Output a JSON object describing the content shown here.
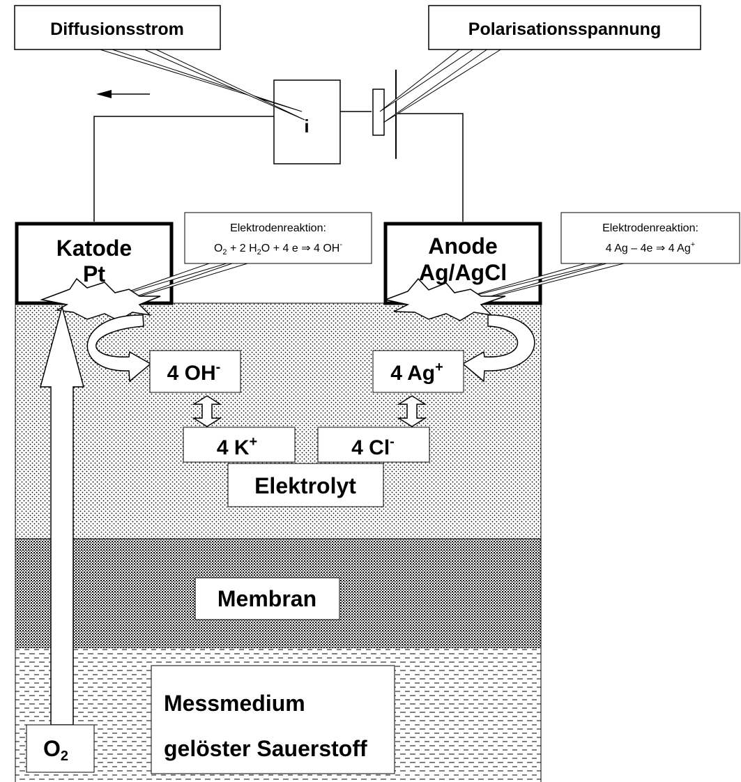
{
  "callouts": {
    "diffusion": "Diffusionsstrom",
    "polarisation": "Polarisationsspannung",
    "cathode_reaction_title": "Elektrodenreaktion:",
    "anode_reaction_title": "Elektrodenreaktion:"
  },
  "meter_label": "i",
  "cathode": {
    "line1": "Katode",
    "line2": "Pt"
  },
  "anode": {
    "line1": "Anode",
    "line2": "Ag/AgCl"
  },
  "ions": {
    "oh_base": "4 OH",
    "oh_sup": "-",
    "ag_base": "4 Ag",
    "ag_sup": "+",
    "k_base": "4 K",
    "k_sup": "+",
    "cl_base": "4 Cl",
    "cl_sup": "-"
  },
  "layers": {
    "electrolyte": "Elektrolyt",
    "membrane": "Membran",
    "medium_line1": "Messmedium",
    "medium_line2": "gelöster Sauerstoff"
  },
  "oxygen": {
    "base": "O",
    "sub": "2"
  },
  "colors": {
    "ink": "#000000",
    "paper": "#ffffff"
  }
}
